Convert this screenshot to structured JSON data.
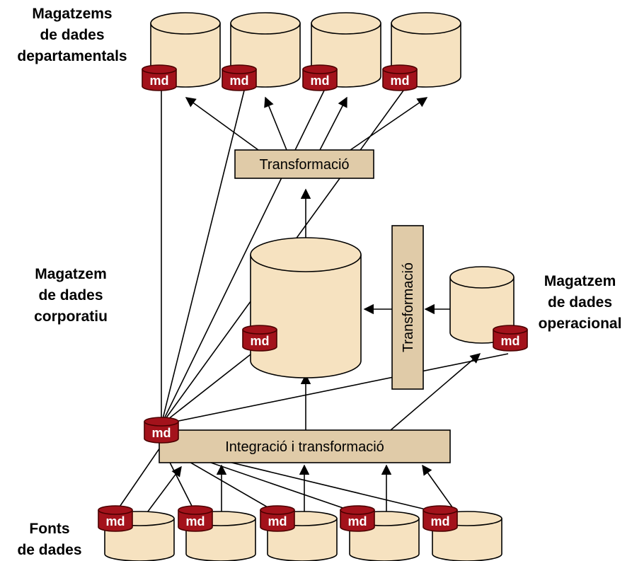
{
  "labels": {
    "departmental": [
      "Magatzems",
      "de dades",
      "departamentals"
    ],
    "corporate": [
      "Magatzem",
      "de dades",
      "corporatiu"
    ],
    "operational": [
      "Magatzem",
      "de dades",
      "operacional"
    ],
    "sources": [
      "Fonts",
      "de dades"
    ]
  },
  "boxes": {
    "top_transform": "Transformació",
    "vertical_transform": "Transformació",
    "integration": "Integració i transformació"
  },
  "metadata_tag": "md",
  "colors": {
    "cylinder_fill": "#f6e2c0",
    "box_fill": "#e0cba8",
    "md_fill": "#a3121b",
    "md_stroke": "#4a0000"
  }
}
